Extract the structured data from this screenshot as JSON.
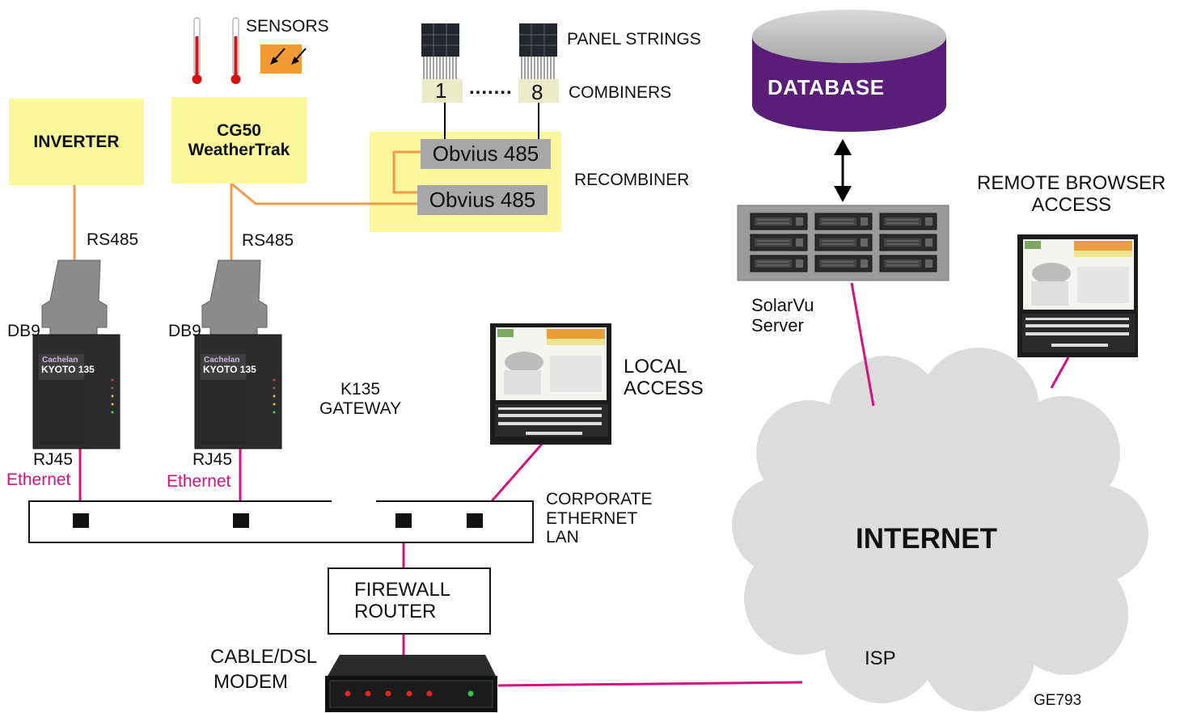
{
  "labels": {
    "sensors": "SENSORS",
    "panel_strings": "PANEL STRINGS",
    "combiners": "COMBINERS",
    "combiner_first": "1",
    "combiner_dots": ".......",
    "combiner_last": "8",
    "recombiner": "RECOMBINER",
    "obvius_1": "Obvius 485",
    "obvius_2": "Obvius 485",
    "inverter": "INVERTER",
    "cg50_line1": "CG50",
    "cg50_line2": "WeatherTrak",
    "rs485_left": "RS485",
    "rs485_right": "RS485",
    "db9_left": "DB9",
    "db9_right": "DB9",
    "rj45_left": "RJ45",
    "rj45_right": "RJ45",
    "ethernet_left": "Ethernet",
    "ethernet_right": "Ethernet",
    "gateway_line1": "K135",
    "gateway_line2": "GATEWAY",
    "kyoto_brand": "Cachelan",
    "kyoto_model": "KYOTO 135",
    "local_line1": "LOCAL",
    "local_line2": "ACCESS",
    "lan_line1": "CORPORATE",
    "lan_line2": "ETHERNET",
    "lan_line3": "LAN",
    "firewall_line1": "FIREWALL",
    "firewall_line2": "ROUTER",
    "modem_line1": "CABLE/DSL",
    "modem_line2": "MODEM",
    "database": "DATABASE",
    "server_line1": "SolarVu",
    "server_line2": "Server",
    "remote_line1": "REMOTE BROWSER",
    "remote_line2": "ACCESS",
    "internet": "INTERNET",
    "isp": "ISP",
    "figure_code": "GE793"
  },
  "colors": {
    "yellow_box": "#fbf79b",
    "orange_wire": "#f29b4a",
    "ethernet_magenta": "#d4127f",
    "database_purple": "#5a1d78",
    "cloud_gray": "#dcdcdc",
    "server_gray": "#9a9a9a"
  },
  "icons": [
    "thermometer-icon",
    "sensor-box-icon",
    "solar-panel-icon",
    "db9-connector-icon",
    "kyoto-gateway-icon",
    "laptop-icon",
    "server-icon",
    "database-icon",
    "cloud-icon",
    "modem-icon"
  ]
}
